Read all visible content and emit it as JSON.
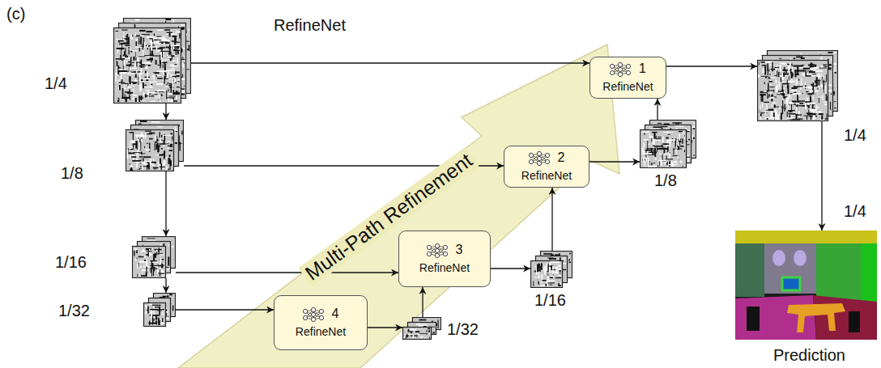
{
  "diagram": {
    "title": "RefineNet",
    "nodes": [
      {
        "text": [
          "1/4"
        ]
      },
      {
        "text": [
          "1/8"
        ]
      },
      {
        "text": [
          "1/16"
        ]
      },
      {
        "text": [
          "1/32"
        ]
      },
      {
        "text": [
          "1",
          "RefineNet"
        ]
      },
      {
        "text": [
          "1/4"
        ]
      },
      {
        "text": [
          "2",
          "RefineNet"
        ]
      },
      {
        "text": [
          "1/8"
        ]
      },
      {
        "text": [
          "3",
          "RefineNet"
        ]
      },
      {
        "text": [
          "1/16"
        ]
      },
      {
        "text": [
          "4",
          "RefineNet"
        ]
      },
      {
        "text": [
          "1/32"
        ]
      },
      {
        "text": [
          "Prediction"
        ]
      }
    ],
    "edges": [
      {
        "from": 0,
        "to": 1,
        "arrow": "to"
      },
      {
        "from": 1,
        "to": 2,
        "arrow": "to"
      },
      {
        "from": 2,
        "to": 3,
        "arrow": "to"
      },
      {
        "from": 0,
        "to": 4,
        "arrow": "to"
      },
      {
        "from": 1,
        "to": 6,
        "arrow": "to"
      },
      {
        "from": 2,
        "to": 8,
        "arrow": "to"
      },
      {
        "from": 3,
        "to": 10,
        "arrow": "to"
      },
      {
        "from": 10,
        "to": 11,
        "arrow": "to"
      },
      {
        "from": 11,
        "to": 8,
        "arrow": "to"
      },
      {
        "from": 8,
        "to": 9,
        "arrow": "to"
      },
      {
        "from": 9,
        "to": 6,
        "arrow": "to"
      },
      {
        "from": 6,
        "to": 7,
        "arrow": "to"
      },
      {
        "from": 7,
        "to": 4,
        "arrow": "to"
      },
      {
        "from": 4,
        "to": 5,
        "arrow": "to"
      },
      {
        "from": 5,
        "to": 12,
        "label": "1/4",
        "arrow": "to"
      }
    ],
    "labels": [
      "(c)",
      "Multi-Path Refinement"
    ]
  }
}
